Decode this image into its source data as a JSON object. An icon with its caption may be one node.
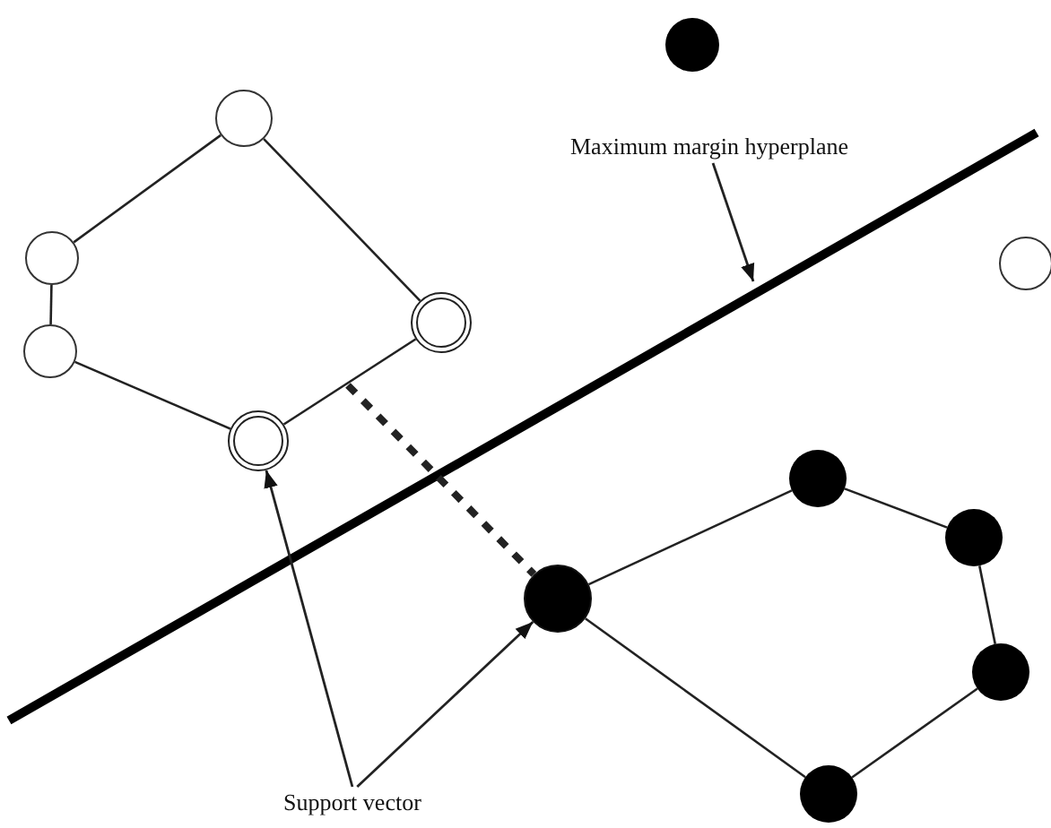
{
  "diagram": {
    "nodes": [
      {
        "text": [
          "Maximum margin hyperplane"
        ]
      },
      {
        "text": [],
        "shape": "circle"
      },
      {
        "text": [],
        "shape": "circle"
      },
      {
        "text": [],
        "shape": "circle"
      },
      {
        "text": [],
        "shape": "circle"
      },
      {
        "text": [],
        "shape": "circle"
      },
      {
        "text": [],
        "shape": "circle"
      },
      {
        "text": [],
        "shape": "circle"
      },
      {
        "text": [],
        "shape": "circle"
      },
      {
        "text": [],
        "shape": "circle"
      },
      {
        "text": [],
        "shape": "circle"
      },
      {
        "text": [],
        "shape": "circle"
      },
      {
        "text": [],
        "shape": "circle"
      },
      {
        "text": [
          "Support vector"
        ]
      }
    ],
    "edges": [
      {
        "from": 0,
        "to": null,
        "arrow": "to"
      },
      {
        "from": 1,
        "to": 2,
        "arrow": "none"
      },
      {
        "from": 2,
        "to": 3,
        "arrow": "none"
      },
      {
        "from": 3,
        "to": 4,
        "arrow": "none"
      },
      {
        "from": 4,
        "to": 5,
        "arrow": "none"
      },
      {
        "from": 5,
        "to": 1,
        "arrow": "none"
      },
      {
        "from": 8,
        "to": 9,
        "arrow": "none"
      },
      {
        "from": 9,
        "to": 10,
        "arrow": "none"
      },
      {
        "from": 10,
        "to": 11,
        "arrow": "none"
      },
      {
        "from": 11,
        "to": 12,
        "arrow": "none"
      },
      {
        "from": 12,
        "to": 8,
        "arrow": "none"
      },
      {
        "from": null,
        "to": 8,
        "arrow": "none",
        "style": "dashed"
      },
      {
        "from": 13,
        "to": 4,
        "arrow": "to"
      },
      {
        "from": 13,
        "to": 8,
        "arrow": "to"
      }
    ]
  }
}
